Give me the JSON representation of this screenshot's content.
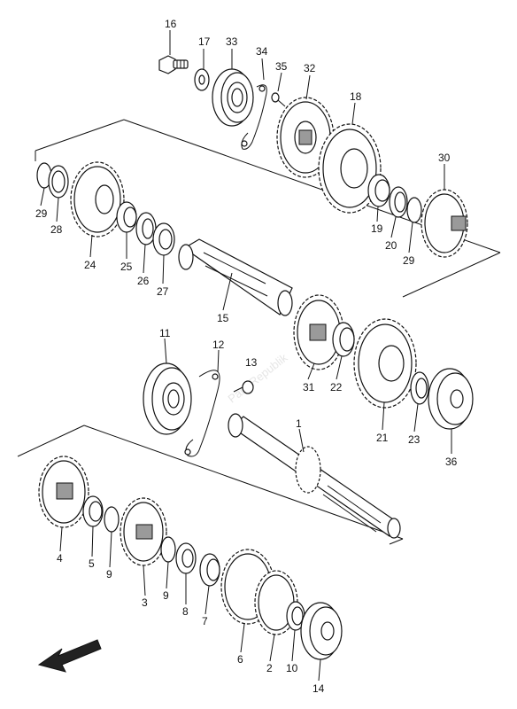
{
  "diagram": {
    "watermark": "PartsRepublik",
    "parts": [
      {
        "id": "p1",
        "label": "1"
      },
      {
        "id": "p2",
        "label": "2"
      },
      {
        "id": "p3",
        "label": "3"
      },
      {
        "id": "p4",
        "label": "4"
      },
      {
        "id": "p5",
        "label": "5"
      },
      {
        "id": "p6",
        "label": "6"
      },
      {
        "id": "p7",
        "label": "7"
      },
      {
        "id": "p8",
        "label": "8"
      },
      {
        "id": "p9a",
        "label": "9"
      },
      {
        "id": "p9b",
        "label": "9"
      },
      {
        "id": "p10",
        "label": "10"
      },
      {
        "id": "p11",
        "label": "11"
      },
      {
        "id": "p12",
        "label": "12"
      },
      {
        "id": "p13",
        "label": "13"
      },
      {
        "id": "p14",
        "label": "14"
      },
      {
        "id": "p15",
        "label": "15"
      },
      {
        "id": "p16",
        "label": "16"
      },
      {
        "id": "p17",
        "label": "17"
      },
      {
        "id": "p18",
        "label": "18"
      },
      {
        "id": "p19",
        "label": "19"
      },
      {
        "id": "p20",
        "label": "20"
      },
      {
        "id": "p21",
        "label": "21"
      },
      {
        "id": "p22",
        "label": "22"
      },
      {
        "id": "p23",
        "label": "23"
      },
      {
        "id": "p24",
        "label": "24"
      },
      {
        "id": "p25",
        "label": "25"
      },
      {
        "id": "p26",
        "label": "26"
      },
      {
        "id": "p27",
        "label": "27"
      },
      {
        "id": "p28",
        "label": "28"
      },
      {
        "id": "p29a",
        "label": "29"
      },
      {
        "id": "p29b",
        "label": "29"
      },
      {
        "id": "p30",
        "label": "30"
      },
      {
        "id": "p31",
        "label": "31"
      },
      {
        "id": "p32",
        "label": "32"
      },
      {
        "id": "p33",
        "label": "33"
      },
      {
        "id": "p34",
        "label": "34"
      },
      {
        "id": "p35",
        "label": "35"
      },
      {
        "id": "p36",
        "label": "36"
      }
    ],
    "direction_icon": "front-arrow-icon"
  }
}
